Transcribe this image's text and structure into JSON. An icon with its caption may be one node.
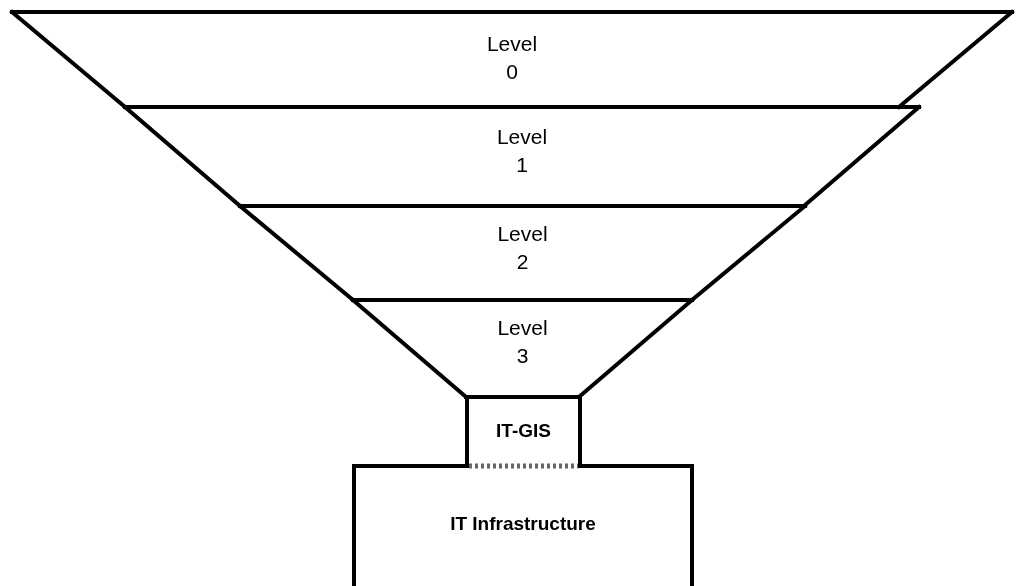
{
  "diagram": {
    "nodes": [
      {
        "text": [
          "Level 0"
        ]
      },
      {
        "text": [
          "Level 1"
        ]
      },
      {
        "text": [
          "Level 2"
        ]
      },
      {
        "text": [
          "Level 3"
        ]
      },
      {
        "text": [
          "IT-GIS"
        ]
      },
      {
        "text": [
          "IT Infrastructure"
        ]
      }
    ]
  }
}
